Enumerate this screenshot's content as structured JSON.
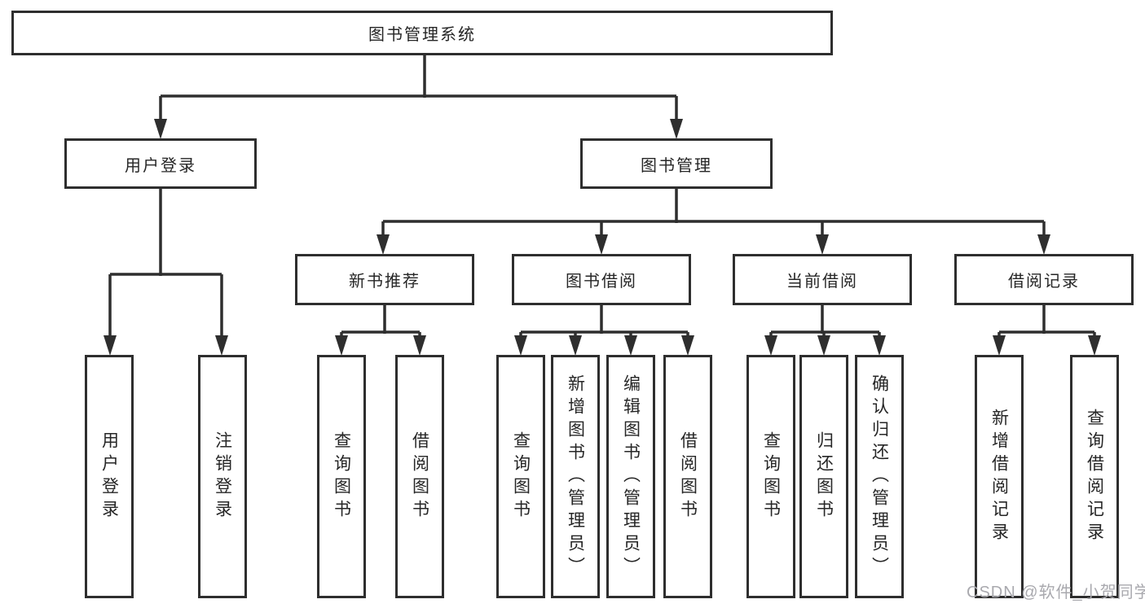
{
  "diagram": {
    "root": {
      "id": "library-management-system",
      "label": "图书管理系统"
    },
    "level2": [
      {
        "id": "user-login",
        "label": "用户登录"
      },
      {
        "id": "book-management",
        "label": "图书管理"
      }
    ],
    "level3": [
      {
        "id": "new-book-recommendation",
        "parent": "book-management",
        "label": "新书推荐"
      },
      {
        "id": "book-borrowing",
        "parent": "book-management",
        "label": "图书借阅"
      },
      {
        "id": "current-borrowing",
        "parent": "book-management",
        "label": "当前借阅"
      },
      {
        "id": "borrowing-records",
        "parent": "book-management",
        "label": "借阅记录"
      }
    ],
    "level4": [
      {
        "id": "user-login-leaf",
        "parent": "user-login",
        "label": "用户登录"
      },
      {
        "id": "logout",
        "parent": "user-login",
        "label": "注销登录"
      },
      {
        "id": "query-books-recommend",
        "parent": "new-book-recommendation",
        "label": "查询图书"
      },
      {
        "id": "borrow-books-recommend",
        "parent": "new-book-recommendation",
        "label": "借阅图书"
      },
      {
        "id": "query-books-borrowing",
        "parent": "book-borrowing",
        "label": "查询图书"
      },
      {
        "id": "add-book-admin",
        "parent": "book-borrowing",
        "label": "新增图书（管理员）"
      },
      {
        "id": "edit-book-admin",
        "parent": "book-borrowing",
        "label": "编辑图书（管理员）"
      },
      {
        "id": "borrow-books-borrowing",
        "parent": "book-borrowing",
        "label": "借阅图书"
      },
      {
        "id": "query-books-current",
        "parent": "current-borrowing",
        "label": "查询图书"
      },
      {
        "id": "return-books",
        "parent": "current-borrowing",
        "label": "归还图书"
      },
      {
        "id": "confirm-return-admin",
        "parent": "current-borrowing",
        "label": "确认归还（管理员）"
      },
      {
        "id": "add-borrow-record",
        "parent": "borrowing-records",
        "label": "新增借阅记录"
      },
      {
        "id": "query-borrow-record",
        "parent": "borrowing-records",
        "label": "查询借阅记录"
      }
    ]
  },
  "watermark": {
    "text": "CSDN @软件_小贺同学"
  },
  "colors": {
    "line": "#2e2e2e",
    "text": "#262626",
    "watermark": "#a9a9ae",
    "background": "#ffffff"
  }
}
